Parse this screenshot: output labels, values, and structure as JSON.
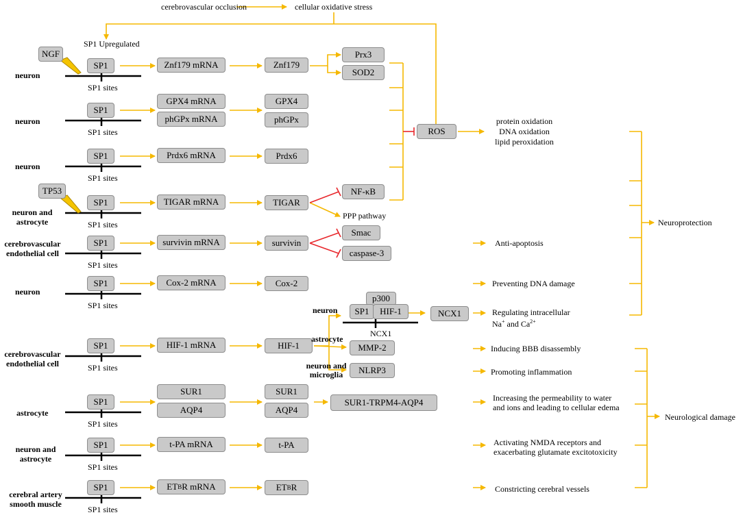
{
  "top": {
    "left": "cerebrovascular  occlusion",
    "right": "cellular  oxidative stress",
    "sp1_up": "SP1 Upregulated"
  },
  "factors": {
    "ngf": "NGF",
    "tp53": "TP53"
  },
  "sp1": "SP1",
  "sites": "SP1 sites",
  "rows": [
    {
      "cell": "neuron",
      "mrna": "Znf179  mRNA",
      "protein": "Znf179"
    },
    {
      "cell": "neuron",
      "mrna": [
        "GPX4 mRNA",
        "phGPx  mRNA"
      ],
      "protein": [
        "GPX4",
        "phGPx"
      ]
    },
    {
      "cell": "neuron",
      "mrna": "Prdx6 mRNA",
      "protein": "Prdx6"
    },
    {
      "cell": "neuron and astrocyte",
      "mrna": "TIGAR mRNA",
      "protein": "TIGAR"
    },
    {
      "cell": "cerebrovascular endothelial cell",
      "mrna": "survivin  mRNA",
      "protein": "survivin"
    },
    {
      "cell": "neuron",
      "mrna": "Cox-2 mRNA",
      "protein": "Cox-2"
    },
    {
      "cell": "cerebrovascular endothelial cell",
      "mrna": "HIF-1 mRNA",
      "protein": "HIF-1"
    },
    {
      "cell": "astrocyte",
      "mrna": [
        "SUR1",
        "AQP4"
      ],
      "protein": [
        "SUR1",
        "AQP4"
      ]
    },
    {
      "cell": "neuron and astrocyte",
      "mrna": "t-PA mRNA",
      "protein": "t-PA"
    },
    {
      "cell": "cerebral artery smooth muscle",
      "mrna": "ETBR mRNA",
      "protein": "ETBR"
    }
  ],
  "targets": {
    "prx3": "Prx3",
    "sod2": "SOD2",
    "ros": "ROS",
    "nfkb": "NF-κB",
    "ppp": "PPP pathway",
    "smac": "Smac",
    "casp3": "caspase-3",
    "p300": "p300",
    "hif1": "HIF-1",
    "ncx1": "NCX1",
    "ncx1_site": "NCX1",
    "mmp2": "MMP-2",
    "nlrp3": "NLRP3",
    "sur1_trpm4_aqp4": "SUR1-TRPM4-AQP4"
  },
  "branch_cells": {
    "neuron": "neuron",
    "astrocyte": "astrocyte",
    "neuron_microglia": "neuron and microglia"
  },
  "outcomes": {
    "ros_effects": [
      "protein  oxidation",
      "DNA  oxidation",
      "lipid  peroxidation"
    ],
    "anti_apoptosis": "Anti-apoptosis",
    "dna_damage": "Preventing  DNA damage",
    "regulating": [
      "Regulating  intracellular",
      "Na+ and Ca2+"
    ],
    "bbb": "Inducing BBB disassembly",
    "inflammation": "Promoting  inflammation",
    "permeability": [
      "Increasing  the permeability to water",
      "and ions and leading to cellular edema"
    ],
    "nmda": [
      "Activating NMDA receptors and",
      "exacerbating glutamate  excitotoxicity"
    ],
    "vessels": "Constricting  cerebral vessels",
    "neuroprotection": "Neuroprotection",
    "damage": "Neurological  damage"
  },
  "colors": {
    "arrow": "#f5b800",
    "inhibit": "#e8262b",
    "box": "#c9c9c9"
  }
}
